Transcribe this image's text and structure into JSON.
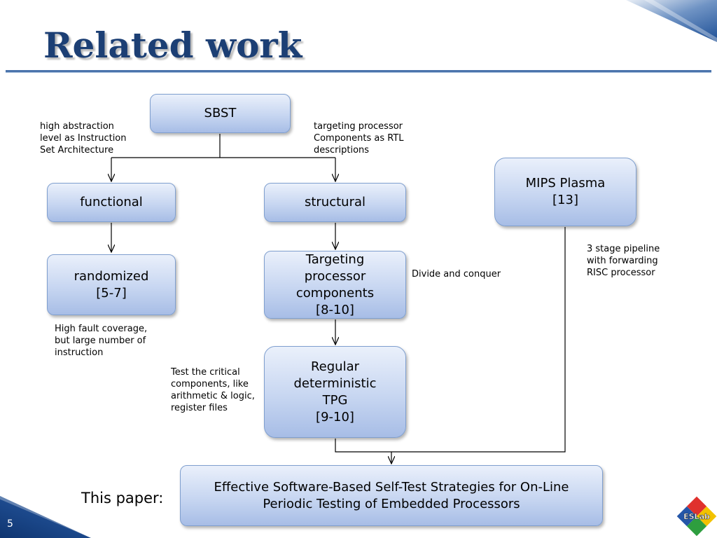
{
  "slide": {
    "title": "Related work",
    "number": "5",
    "this_paper_label": "This paper:"
  },
  "nodes": {
    "sbst": "SBST",
    "functional": "functional",
    "structural": "structural",
    "mips": "MIPS Plasma\n[13]",
    "randomized": "randomized\n[5-7]",
    "targeting": "Targeting\nprocessor\ncomponents\n[8-10]",
    "regular": "Regular\ndeterministic\nTPG\n[9-10]",
    "paper": "Effective Software-Based Self-Test Strategies for On-Line\nPeriodic Testing of Embedded Processors"
  },
  "notes": {
    "functional": "high abstraction\nlevel as Instruction\nSet Architecture",
    "structural": "targeting processor\nComponents as RTL\ndescriptions",
    "mips": "3 stage pipeline\nwith forwarding\nRISC processor",
    "randomized": "High fault coverage,\nbut large number of\ninstruction",
    "targeting": "Divide and conquer",
    "regular": "Test the critical\ncomponents, like\narithmetic & logic,\nregister files"
  },
  "logo": {
    "text": "ESLab",
    "colors": [
      "#e0312d",
      "#f2c200",
      "#2e9e3f",
      "#2456a8"
    ]
  },
  "colors": {
    "title": "#1c3f74",
    "box_top": "#eaf0fb",
    "box_bottom": "#a7bde6",
    "box_border": "#7f9fcf"
  }
}
